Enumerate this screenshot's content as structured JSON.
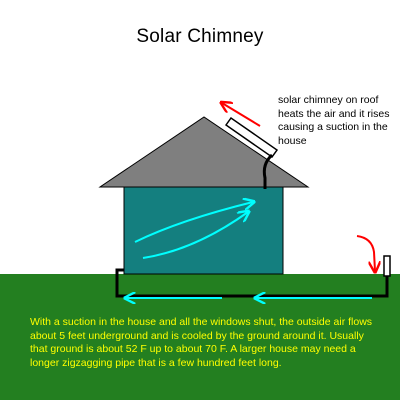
{
  "title": "Solar Chimney",
  "callout": "solar chimney on roof heats the air and it rises causing a suction in the house",
  "description": "With a suction in the house and all the windows shut, the outside air flows about 5 feet underground and is cooled by the ground around it. Usually that ground is about 52 F up to about 70 F.  A larger house may need a longer zigzagging pipe that is a few hundred feet long.",
  "colors": {
    "ground": "#237f20",
    "house_wall": "#147f7f",
    "roof": "#7f7f7f",
    "pipe": "#000000",
    "cool_air_arrows": "#00ffff",
    "warm_air_arrows": "#ff0000",
    "description_text": "#ffff00"
  }
}
